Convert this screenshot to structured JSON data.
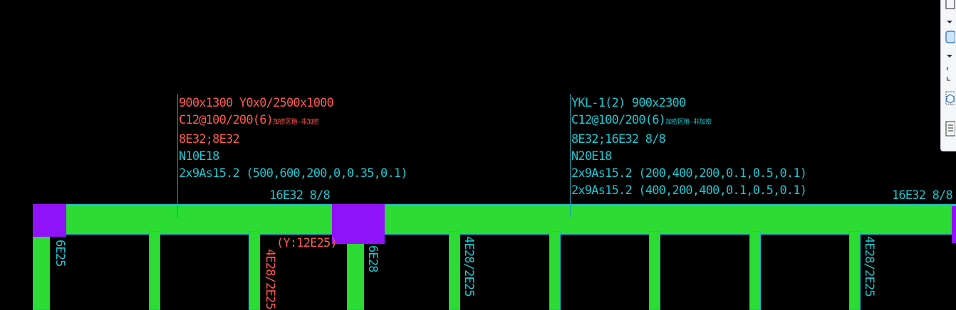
{
  "colors": {
    "background": "#000000",
    "beam_fill": "#2cdc34",
    "beam_outline": "#19b8c8",
    "column_fill": "#9012f8",
    "annotation_red": "#ff5a50",
    "annotation_cyan": "#19c8d2"
  },
  "annotation_1": {
    "line1": "900x1300 Y0x0/2500x1000",
    "line2_main": "C12@100/200(6)",
    "line2_small": "加密区箍-非加密",
    "line3": "8E32;8E32",
    "line4": "N10E18",
    "line5": "2x9As15.2 (500,600,200,0,0.35,0.1)"
  },
  "annotation_2": {
    "line1": "YKL-1(2) 900x2300",
    "line2_main": "C12@100/200(6)",
    "line2_small": "加密区箍-非加密",
    "line3": "8E32;16E32 8/8",
    "line4": "N20E18",
    "line5": "2x9As15.2 (200,400,200,0.1,0.5,0.1)",
    "line6": "2x9As15.2 (400,200,400,0.1,0.5,0.1)"
  },
  "beam_labels": {
    "bottom_left": "16E32 8/8",
    "bottom_right": "16E32 8/8",
    "support_left": "(Y:12E25)"
  },
  "vertical_labels": {
    "col_a": "6E25",
    "col_b": "4E28/2E25",
    "col_c": "6E28",
    "col_d": "4E28/2E25",
    "col_e": "4E28/2E25"
  },
  "toolbar": {
    "icons": [
      "layer-square-icon",
      "view-box-icon",
      "frame-corner-icon",
      "cube-view-icon",
      "list-panel-icon"
    ]
  }
}
